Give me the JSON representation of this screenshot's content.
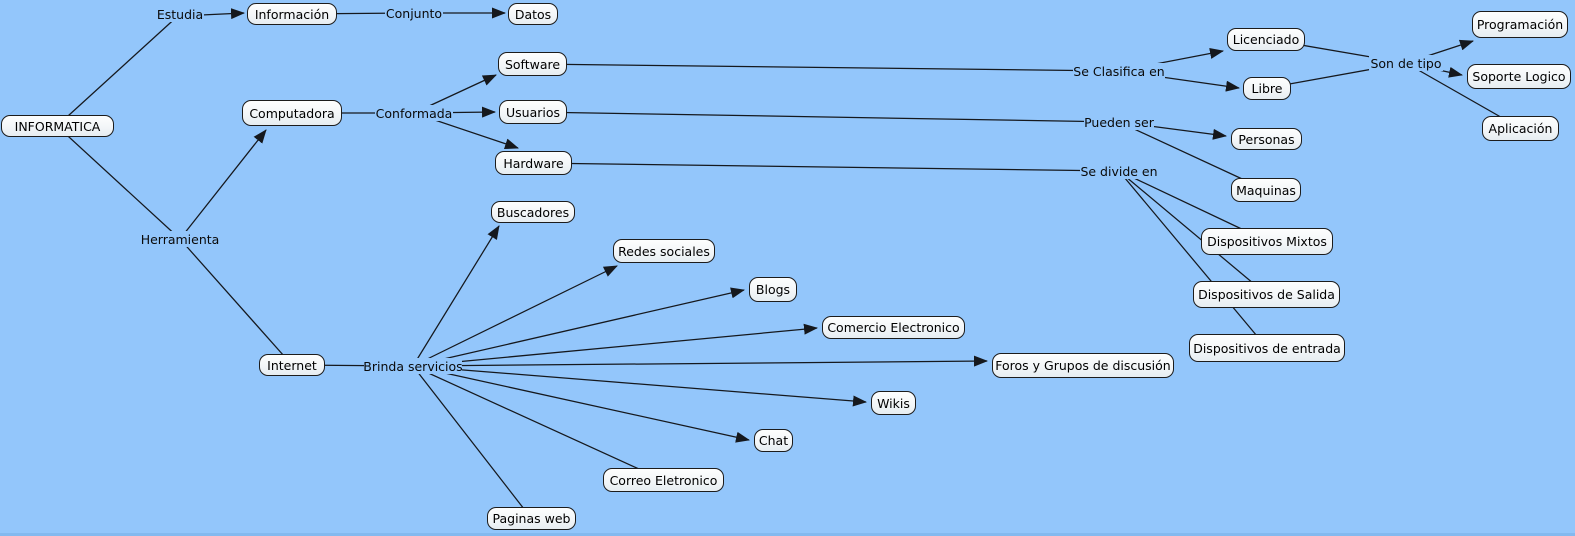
{
  "canvas": {
    "background_color": "#93C6FB",
    "line_color": "#15181d",
    "box_fill": "#f3f6f8",
    "box_border": "#1c1c1c",
    "text_color": "#000000"
  },
  "concepts": [
    {
      "label": "INFORMATICA"
    },
    {
      "label": "Información"
    },
    {
      "label": "Datos"
    },
    {
      "label": "Computadora"
    },
    {
      "label": "Software"
    },
    {
      "label": "Usuarios"
    },
    {
      "label": "Hardware"
    },
    {
      "label": "Licenciado"
    },
    {
      "label": "Libre"
    },
    {
      "label": "Programación"
    },
    {
      "label": "Soporte Logico"
    },
    {
      "label": "Aplicación"
    },
    {
      "label": "Personas"
    },
    {
      "label": "Maquinas"
    },
    {
      "label": "Dispositivos Mixtos"
    },
    {
      "label": "Dispositivos de Salida"
    },
    {
      "label": "Dispositivos de entrada"
    },
    {
      "label": "Internet"
    },
    {
      "label": "Buscadores"
    },
    {
      "label": "Redes sociales"
    },
    {
      "label": "Blogs"
    },
    {
      "label": "Comercio Electronico"
    },
    {
      "label": "Foros y Grupos de discusión"
    },
    {
      "label": "Wikis"
    },
    {
      "label": "Chat"
    },
    {
      "label": "Correo Eletronico"
    },
    {
      "label": "Paginas web"
    }
  ],
  "linking_phrases": [
    {
      "label": "Estudia"
    },
    {
      "label": "Conjunto"
    },
    {
      "label": "Conformada"
    },
    {
      "label": "Herramienta"
    },
    {
      "label": "Se Clasifica en"
    },
    {
      "label": "Son de tipo"
    },
    {
      "label": "Pueden ser"
    },
    {
      "label": "Se divide en"
    },
    {
      "label": "Brinda servicios"
    }
  ],
  "connections": [
    {
      "from": "INFORMATICA",
      "phrase": "Estudia",
      "to": "Información",
      "arrowhead": true
    },
    {
      "from": "Información",
      "phrase": "Conjunto",
      "to": "Datos",
      "arrowhead": true
    },
    {
      "from": "INFORMATICA",
      "phrase": "Herramienta",
      "to": "Computadora",
      "arrowhead": true
    },
    {
      "from": "INFORMATICA",
      "phrase": "Herramienta",
      "to": "Internet",
      "arrowhead": false
    },
    {
      "from": "Computadora",
      "phrase": "Conformada",
      "to": "Software",
      "arrowhead": true
    },
    {
      "from": "Computadora",
      "phrase": "Conformada",
      "to": "Usuarios",
      "arrowhead": true
    },
    {
      "from": "Computadora",
      "phrase": "Conformada",
      "to": "Hardware",
      "arrowhead": true
    },
    {
      "from": "Software",
      "phrase": "Se Clasifica en",
      "to": "Licenciado",
      "arrowhead": true
    },
    {
      "from": "Software",
      "phrase": "Se Clasifica en",
      "to": "Libre",
      "arrowhead": true
    },
    {
      "from": "Licenciado",
      "phrase": "Son de tipo",
      "to": "Programación",
      "arrowhead": true
    },
    {
      "from": "Libre",
      "phrase": "Son de tipo",
      "to": "Soporte Logico",
      "arrowhead": true
    },
    {
      "from": "Licenciado",
      "phrase": "Son de tipo",
      "to": "Aplicación",
      "arrowhead": false
    },
    {
      "from": "Usuarios",
      "phrase": "Pueden ser",
      "to": "Personas",
      "arrowhead": true
    },
    {
      "from": "Usuarios",
      "phrase": "Pueden ser",
      "to": "Maquinas",
      "arrowhead": false
    },
    {
      "from": "Hardware",
      "phrase": "Se divide en",
      "to": "Dispositivos Mixtos",
      "arrowhead": false
    },
    {
      "from": "Hardware",
      "phrase": "Se divide en",
      "to": "Dispositivos de Salida",
      "arrowhead": false
    },
    {
      "from": "Hardware",
      "phrase": "Se divide en",
      "to": "Dispositivos de entrada",
      "arrowhead": false
    },
    {
      "from": "Internet",
      "phrase": "Brinda servicios",
      "to": "Buscadores",
      "arrowhead": true
    },
    {
      "from": "Internet",
      "phrase": "Brinda servicios",
      "to": "Redes sociales",
      "arrowhead": true
    },
    {
      "from": "Internet",
      "phrase": "Brinda servicios",
      "to": "Blogs",
      "arrowhead": true
    },
    {
      "from": "Internet",
      "phrase": "Brinda servicios",
      "to": "Comercio Electronico",
      "arrowhead": true
    },
    {
      "from": "Internet",
      "phrase": "Brinda servicios",
      "to": "Foros y Grupos de discusión",
      "arrowhead": true
    },
    {
      "from": "Internet",
      "phrase": "Brinda servicios",
      "to": "Wikis",
      "arrowhead": true
    },
    {
      "from": "Internet",
      "phrase": "Brinda servicios",
      "to": "Chat",
      "arrowhead": true
    },
    {
      "from": "Internet",
      "phrase": "Brinda servicios",
      "to": "Correo Eletronico",
      "arrowhead": false
    },
    {
      "from": "Internet",
      "phrase": "Brinda servicios",
      "to": "Paginas web",
      "arrowhead": false
    }
  ]
}
